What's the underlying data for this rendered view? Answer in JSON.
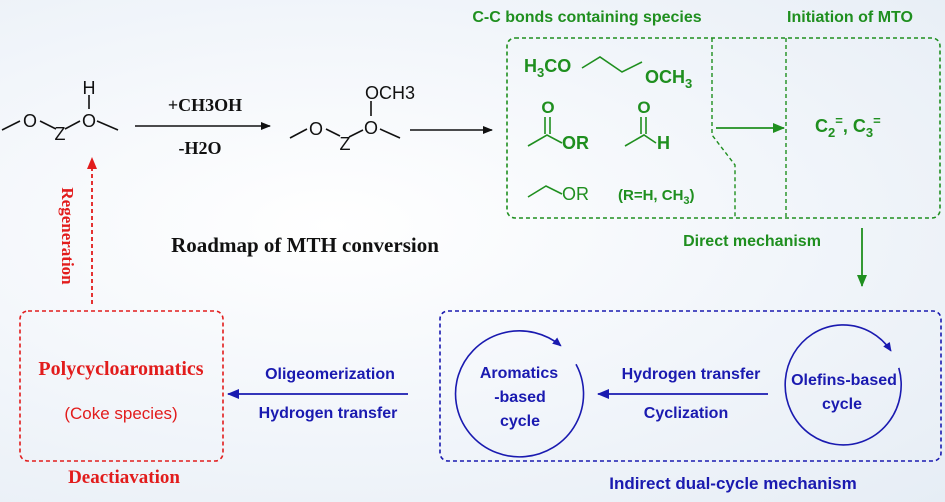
{
  "title": "Roadmap of MTH conversion",
  "zeolite": {
    "z_label": "Z",
    "o_label": "O",
    "h_label": "H",
    "och3_label": "OCH3"
  },
  "reaction": {
    "reagent": "+CH3OH",
    "byproduct": "-H2O"
  },
  "cc_species": {
    "title": "C-C bonds containing species",
    "molecule1": "H3CO   OCH3",
    "ester_group": "OR",
    "aldehyde_o": "O",
    "aldehyde_h": "H",
    "ether_group": "OR",
    "r_note": "(R=H, CH3)"
  },
  "mto": {
    "title": "Initiation of MTO",
    "products": "C2=, C3="
  },
  "direct_mechanism": "Direct mechanism",
  "dual_cycle": {
    "title": "Indirect dual-cycle mechanism",
    "aromatics_cycle": [
      "Aromatics",
      "-based",
      "cycle"
    ],
    "olefins_cycle": [
      "Olefins-based",
      "cycle"
    ],
    "step1": "Hydrogen transfer",
    "step2": "Cyclization"
  },
  "deactivation": {
    "title": "Deactiavation",
    "main": "Polycycloaromatics",
    "sub": "(Coke species)",
    "step1": "Oligeomerization",
    "step2": "Hydrogen transfer"
  },
  "regeneration": "Regeneration",
  "colors": {
    "green": "#1f8f1f",
    "blue": "#1a1ab0",
    "red": "#e21c1c",
    "black": "#111111"
  }
}
